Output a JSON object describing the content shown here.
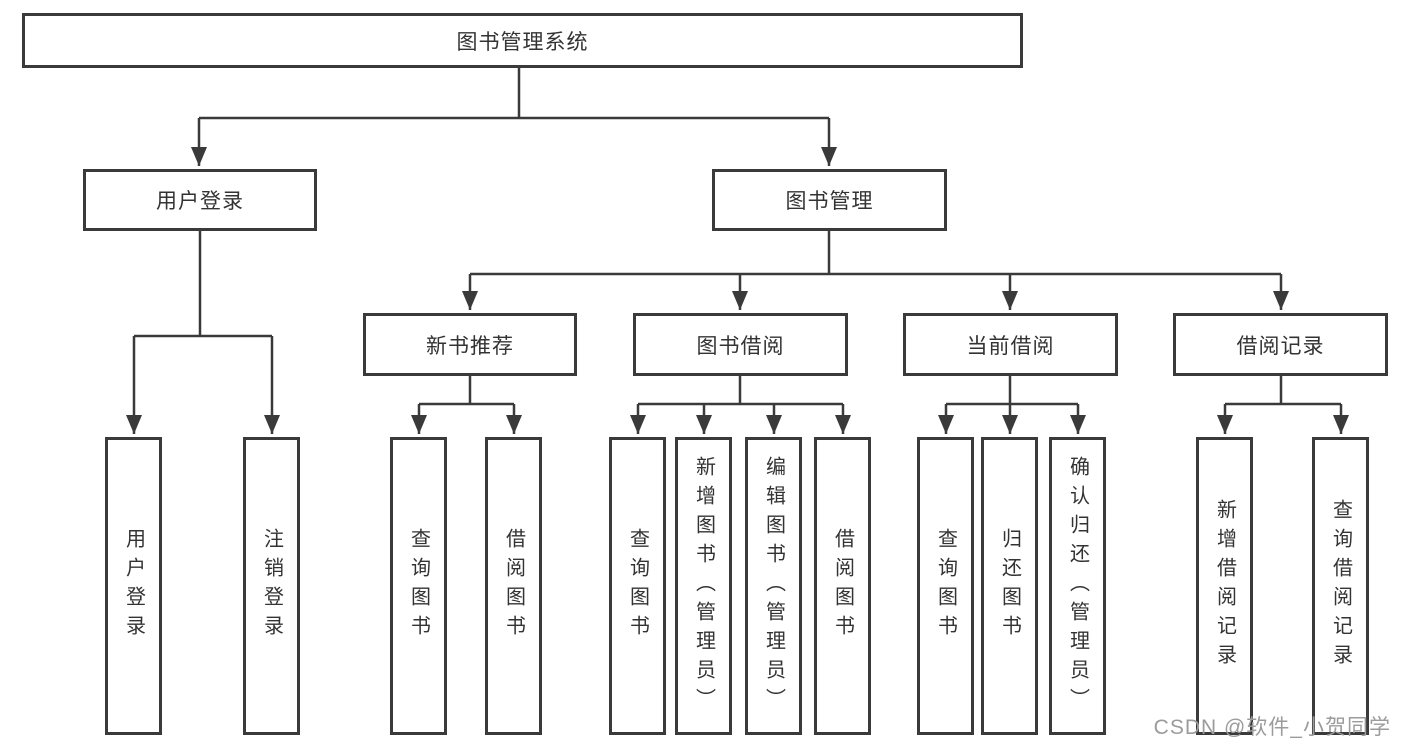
{
  "diagram": {
    "type": "tree-diagram",
    "root": {
      "label": "图书管理系统"
    },
    "level2": [
      {
        "label": "用户登录",
        "parent": "图书管理系统"
      },
      {
        "label": "图书管理",
        "parent": "图书管理系统"
      }
    ],
    "level3": [
      {
        "label": "新书推荐",
        "parent": "图书管理"
      },
      {
        "label": "图书借阅",
        "parent": "图书管理"
      },
      {
        "label": "当前借阅",
        "parent": "图书管理"
      },
      {
        "label": "借阅记录",
        "parent": "图书管理"
      }
    ],
    "leaves": [
      {
        "label": "用户登录",
        "parent": "用户登录"
      },
      {
        "label": "注销登录",
        "parent": "用户登录"
      },
      {
        "label": "查询图书",
        "parent": "新书推荐"
      },
      {
        "label": "借阅图书",
        "parent": "新书推荐"
      },
      {
        "label": "查询图书",
        "parent": "图书借阅"
      },
      {
        "label": "新增图书（管理员）",
        "parent": "图书借阅"
      },
      {
        "label": "编辑图书（管理员）",
        "parent": "图书借阅"
      },
      {
        "label": "借阅图书",
        "parent": "图书借阅"
      },
      {
        "label": "查询图书",
        "parent": "当前借阅"
      },
      {
        "label": "归还图书",
        "parent": "当前借阅"
      },
      {
        "label": "确认归还（管理员）",
        "parent": "当前借阅"
      },
      {
        "label": "新增借阅记录",
        "parent": "借阅记录"
      },
      {
        "label": "查询借阅记录",
        "parent": "借阅记录"
      }
    ],
    "colors": {
      "line": "#3a3a3a",
      "text": "#333333",
      "box_background": "#ffffff",
      "watermark": "#9b9b9b"
    }
  },
  "watermark": "CSDN @软件_小贺同学"
}
